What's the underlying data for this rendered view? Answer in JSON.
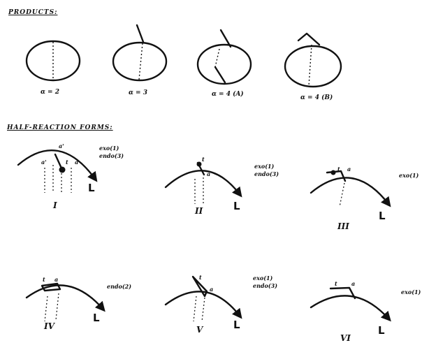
{
  "headings": {
    "products": "PRODUCTS:",
    "half_reaction_forms": "HALF-REACTION FORMS:"
  },
  "products": [
    {
      "label": "α = 2"
    },
    {
      "label": "α = 3"
    },
    {
      "label": "α = 4 (A)"
    },
    {
      "label": "α = 4 (B)"
    }
  ],
  "forms": [
    {
      "numeral": "I",
      "tags": [
        "exo(1)",
        "endo(3)"
      ],
      "marks": [
        "a'",
        "a'",
        "t",
        "a"
      ],
      "L": "L"
    },
    {
      "numeral": "II",
      "tags": [
        "exo(1)",
        "endo(3)"
      ],
      "marks": [
        "t",
        "a"
      ],
      "L": "L"
    },
    {
      "numeral": "III",
      "tags": [
        "exo(1)"
      ],
      "marks": [
        "t",
        "a"
      ],
      "L": "L"
    },
    {
      "numeral": "IV",
      "tags": [
        "endo(2)"
      ],
      "marks": [
        "t",
        "a"
      ],
      "L": "L"
    },
    {
      "numeral": "V",
      "tags": [
        "exo(1)",
        "endo(3)"
      ],
      "marks": [
        "t",
        "a"
      ],
      "L": "L"
    },
    {
      "numeral": "VI",
      "tags": [
        "exo(1)"
      ],
      "marks": [
        "t",
        "a"
      ],
      "L": "L"
    }
  ]
}
